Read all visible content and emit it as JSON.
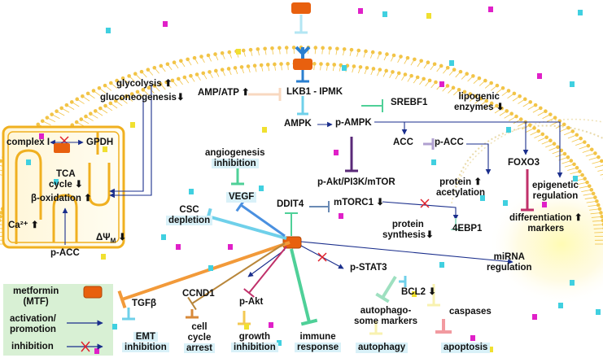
{
  "colors": {
    "metformin": "#e8600e",
    "activation": "#1a2e8c",
    "inhibition_cross": "#e0202a",
    "legend_bg": "#d8f0d4",
    "highlight_bg": "#d9f1f8",
    "membrane": "#f2c447",
    "mitochondria": "#f0b020"
  },
  "icons": [
    "metformin-drug-icon",
    "transporter-icon",
    "cross-mark-icon",
    "up-arrow-icon",
    "down-arrow-icon"
  ],
  "labels": {
    "glycolysis": "glycolysis",
    "gluconeogenesis": "gluconeogenesis",
    "amp_atp": "AMP/ATP",
    "lkb1": "LKB1 - IPMK",
    "srebf1": "SREBF1",
    "lipogenic": "lipogenic",
    "enzymes": "enzymes",
    "ampk": "AMPK",
    "p_ampk": "p-AMPK",
    "acc": "ACC",
    "p_acc": "p-ACC",
    "foxo3": "FOXO3",
    "complex1": "complex I",
    "gpdh": "GPDH",
    "tca": "TCA",
    "cycle": "cycle",
    "beta_ox": "β-oxidation",
    "ca": "Ca²⁺",
    "delta_psi": "ΔΨ",
    "delta_psi_sub": "M",
    "p_acc_mito": "p-ACC",
    "angiogenesis": "angiogenesis",
    "inhibition": "inhibition",
    "vegf": "VEGF",
    "csc": "CSC",
    "depletion": "depletion",
    "pakt_pi3k": "p-Akt/PI3K/mTOR",
    "ddit4": "DDIT4",
    "mtorc1": "mTORC1",
    "protein": "protein",
    "acetylation": "acetylation",
    "epigenetic": "epigenetic",
    "regulation": "regulation",
    "differentiation": "differentiation",
    "markers": "markers",
    "synthesis": "synthesis",
    "ebp1": "4EBP1",
    "mirna": "miRNA",
    "mirna_reg": "regulation",
    "p_stat3": "p-STAT3",
    "bcl2": "BCL2",
    "autophago": "autophago-",
    "some_markers": "some markers",
    "caspases": "caspases",
    "tgfb": "TGFβ",
    "ccnd1": "CCND1",
    "p_akt": "p-Akt",
    "emt": "EMT",
    "emt_inhib": "inhibition",
    "cell": "cell",
    "cell_cycle": "cycle",
    "arrest": "arrest",
    "growth": "growth",
    "growth_inhib": "inhibition",
    "immune": "immune",
    "response": "response",
    "autophagy": "autophagy",
    "apoptosis": "apoptosis",
    "up": "⬆",
    "down": "⬇"
  },
  "legend": {
    "metformin_line1": "metformin",
    "metformin_line2": "(MTF)",
    "activation_line1": "activation/",
    "activation_line2": "promotion",
    "inhibition": "inhibition"
  }
}
